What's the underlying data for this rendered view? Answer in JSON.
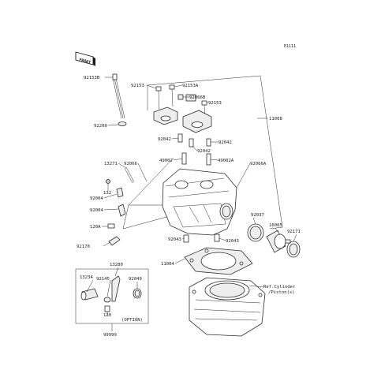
{
  "diagram_code": "E1111",
  "front_marker": "FRONT",
  "labels": {
    "p92153B": "92153B",
    "p92153": "92153",
    "p92153A": "92153A",
    "p92066B": "92066B",
    "p92153_r": "92153",
    "p11008": "11008",
    "p92200": "92200",
    "p92042_l": "92042",
    "p92042_m": "92042",
    "p92042_r": "92042",
    "p49002": "49002",
    "p49002A": "49002A",
    "p13271": "13271",
    "p92066": "92066",
    "p92066A": "92066A",
    "p132": "132",
    "p92004_a": "92004",
    "p92004_b": "92004",
    "p120A": "120A",
    "p92037": "92037",
    "p16065": "16065",
    "p92171": "92171",
    "p92170": "92170",
    "p92043_l": "92043",
    "p92043_r": "92043",
    "p11004": "11004",
    "p13280": "13280",
    "p13234": "13234",
    "p92145": "92145",
    "p92049": "92049",
    "p120": "120",
    "option": "(OPTION)",
    "p99999": "99999",
    "ref_line1": "Ref.Cylinder",
    "ref_line2": "/Piston(s)"
  }
}
